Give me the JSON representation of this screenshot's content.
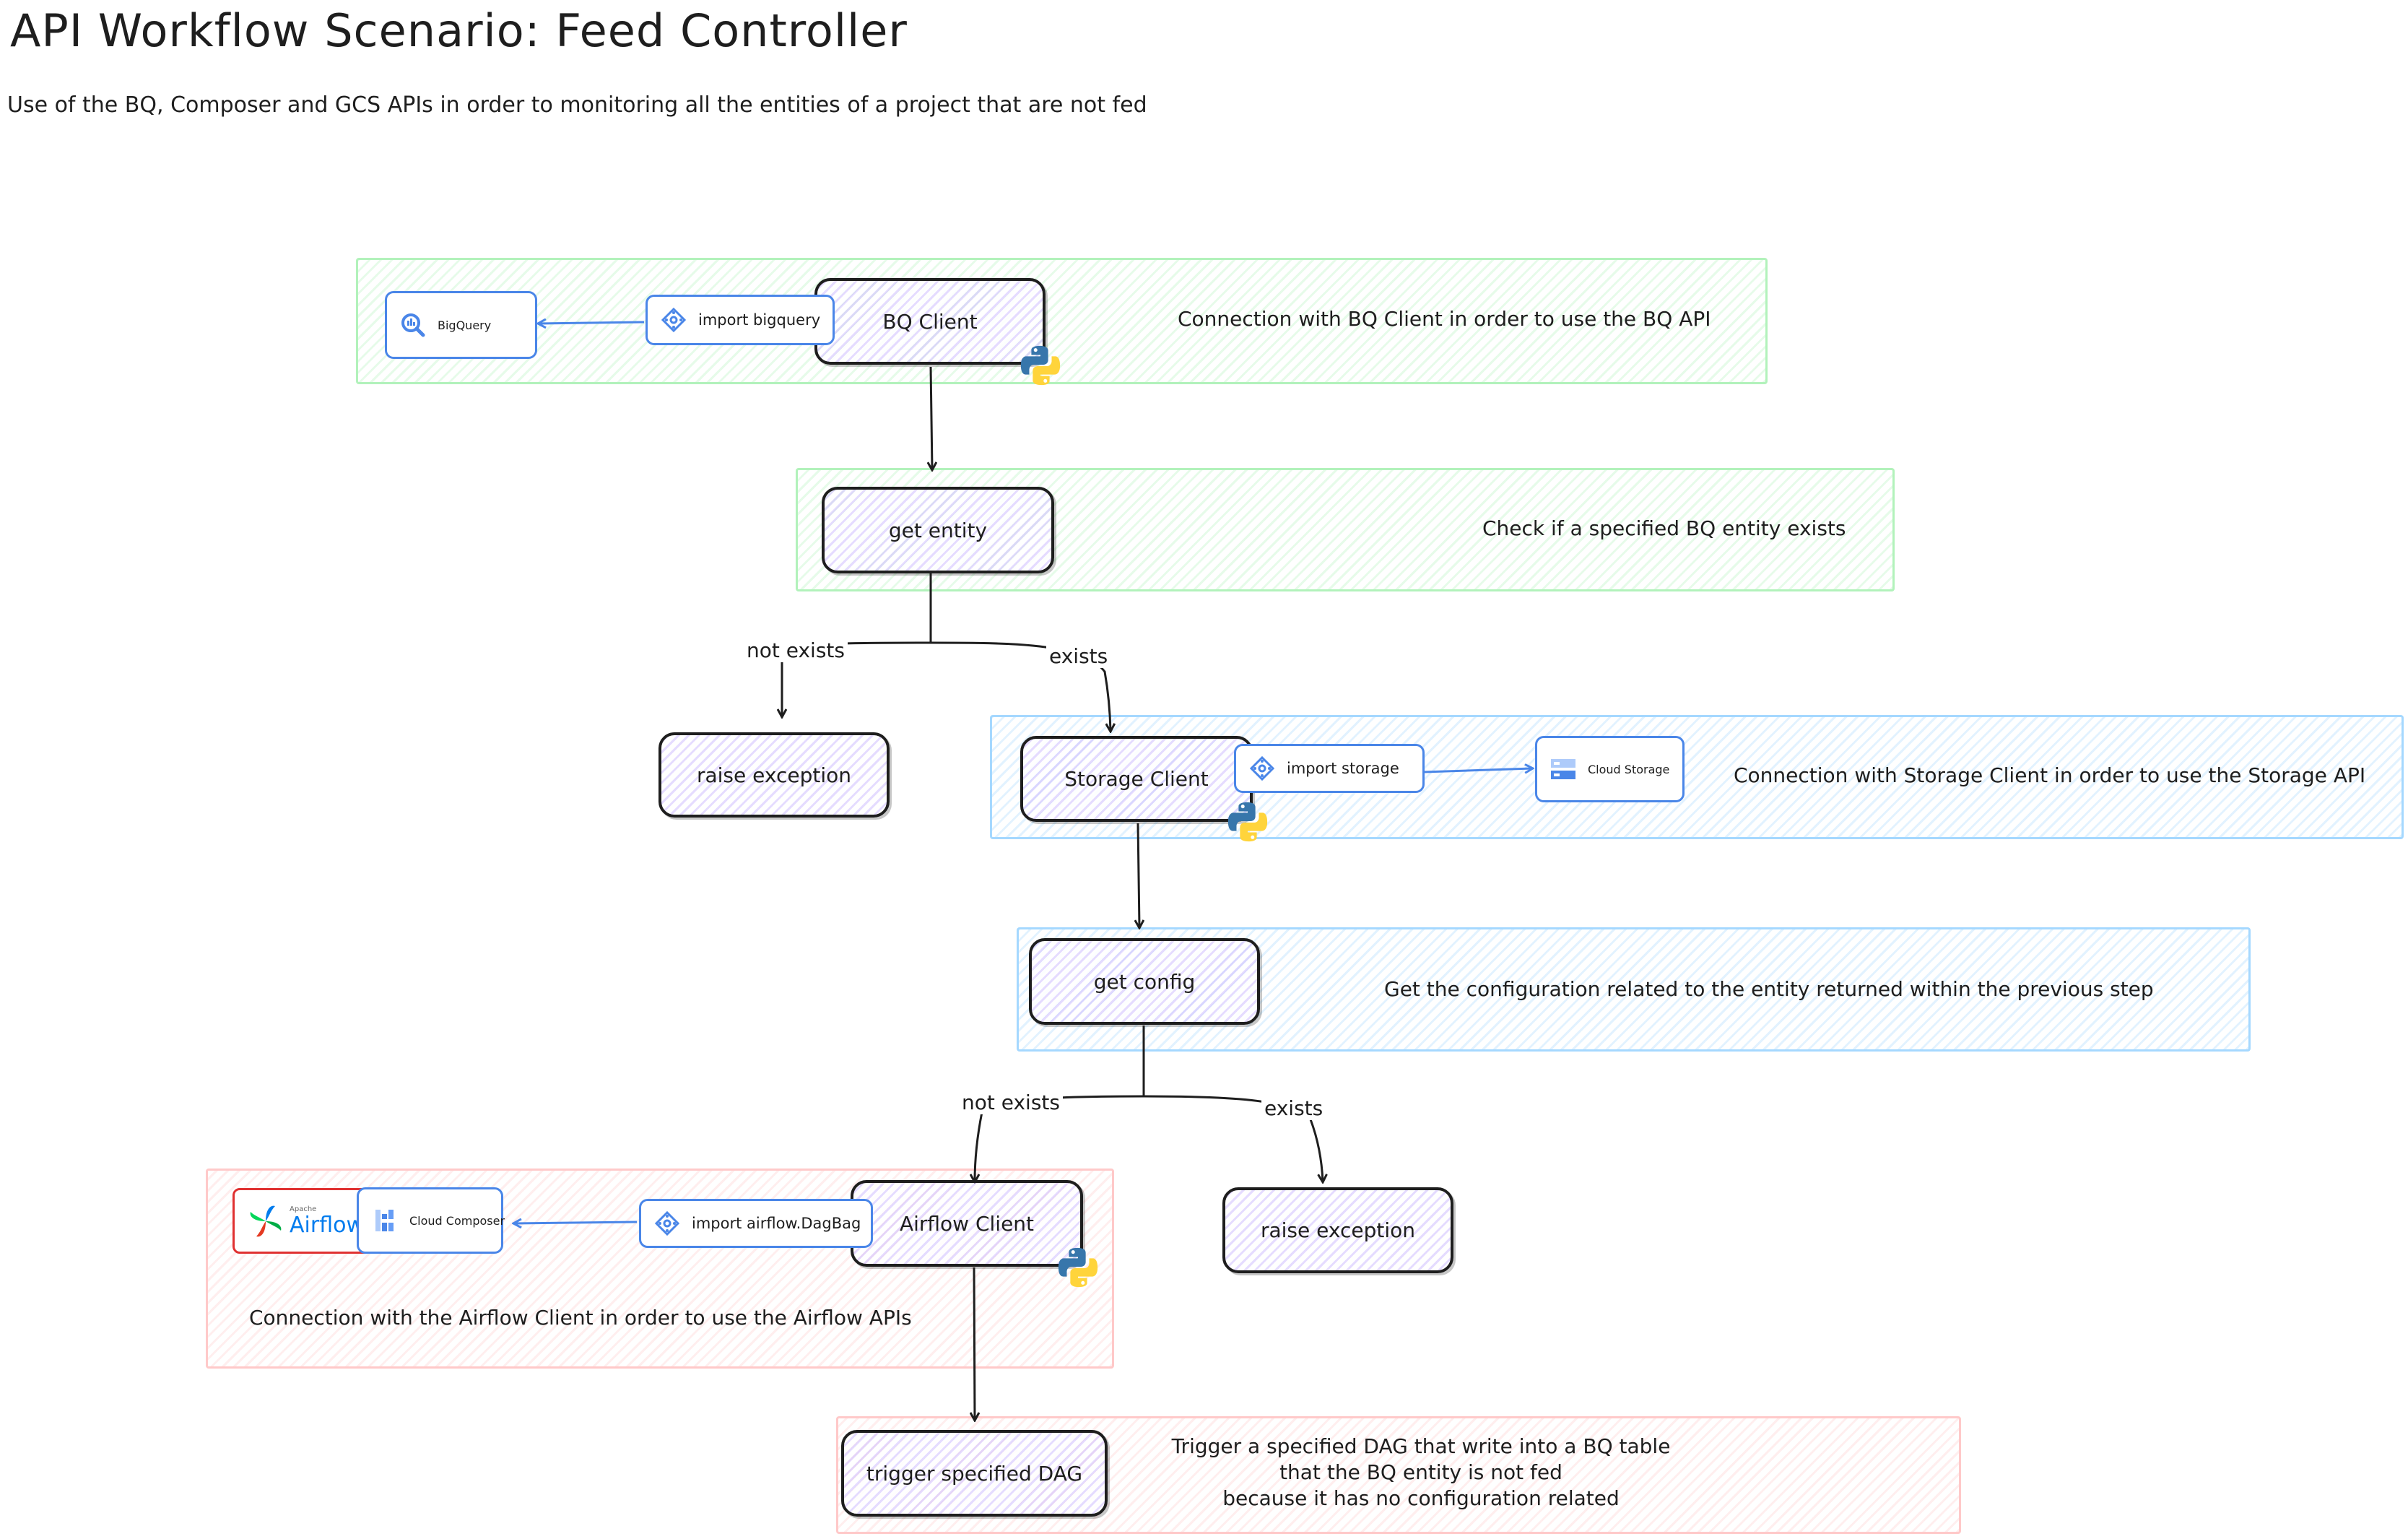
{
  "title": "API Workflow Scenario: Feed Controller",
  "subtitle": "Use of the BQ, Composer and GCS APIs in order to monitoring all the entities of a project that are not fed",
  "colors": {
    "green_zone": "#b2f2bb",
    "blue_zone": "#a5d8ff",
    "red_zone": "#ffc9c9",
    "node_fill": "#d0bfff",
    "chip_border": "#4a86e8",
    "stroke": "#1e1e1e"
  },
  "nodes": {
    "bq_client": "BQ Client",
    "get_entity": "get entity",
    "raise_exception_1": "raise exception",
    "storage_client": "Storage Client",
    "get_config": "get config",
    "airflow_client": "Airflow Client",
    "raise_exception_2": "raise exception",
    "trigger_dag": "trigger specified DAG"
  },
  "chips": {
    "bigquery": {
      "label": "BigQuery",
      "icon": "bigquery-icon"
    },
    "import_bigquery": {
      "label": "import bigquery",
      "icon": "api-icon"
    },
    "import_storage": {
      "label": "import storage",
      "icon": "api-icon"
    },
    "cloud_storage": {
      "label": "Cloud Storage",
      "icon": "cloud-storage-icon"
    },
    "import_airflow": {
      "label": "import airflow.DagBag",
      "icon": "api-icon"
    },
    "cloud_composer": {
      "label": "Cloud Composer",
      "icon": "cloud-composer-icon"
    },
    "airflow_logo": {
      "small": "Apache",
      "big": "Airflow"
    }
  },
  "notes": {
    "bq": "Connection with BQ Client in order to use the BQ API",
    "get_entity": "Check if a specified BQ entity exists",
    "storage": "Connection with Storage Client in order to use the Storage API",
    "get_config": "Get the configuration related to the entity returned within the previous step",
    "airflow": "Connection with the Airflow Client in order to use the Airflow APIs",
    "trigger": "Trigger a specified DAG that write into a BQ table\nthat the BQ entity is not fed\nbecause it has no configuration related"
  },
  "edge_labels": {
    "not_exists_1": "not exists",
    "exists_1": "exists",
    "not_exists_2": "not exists",
    "exists_2": "exists"
  }
}
